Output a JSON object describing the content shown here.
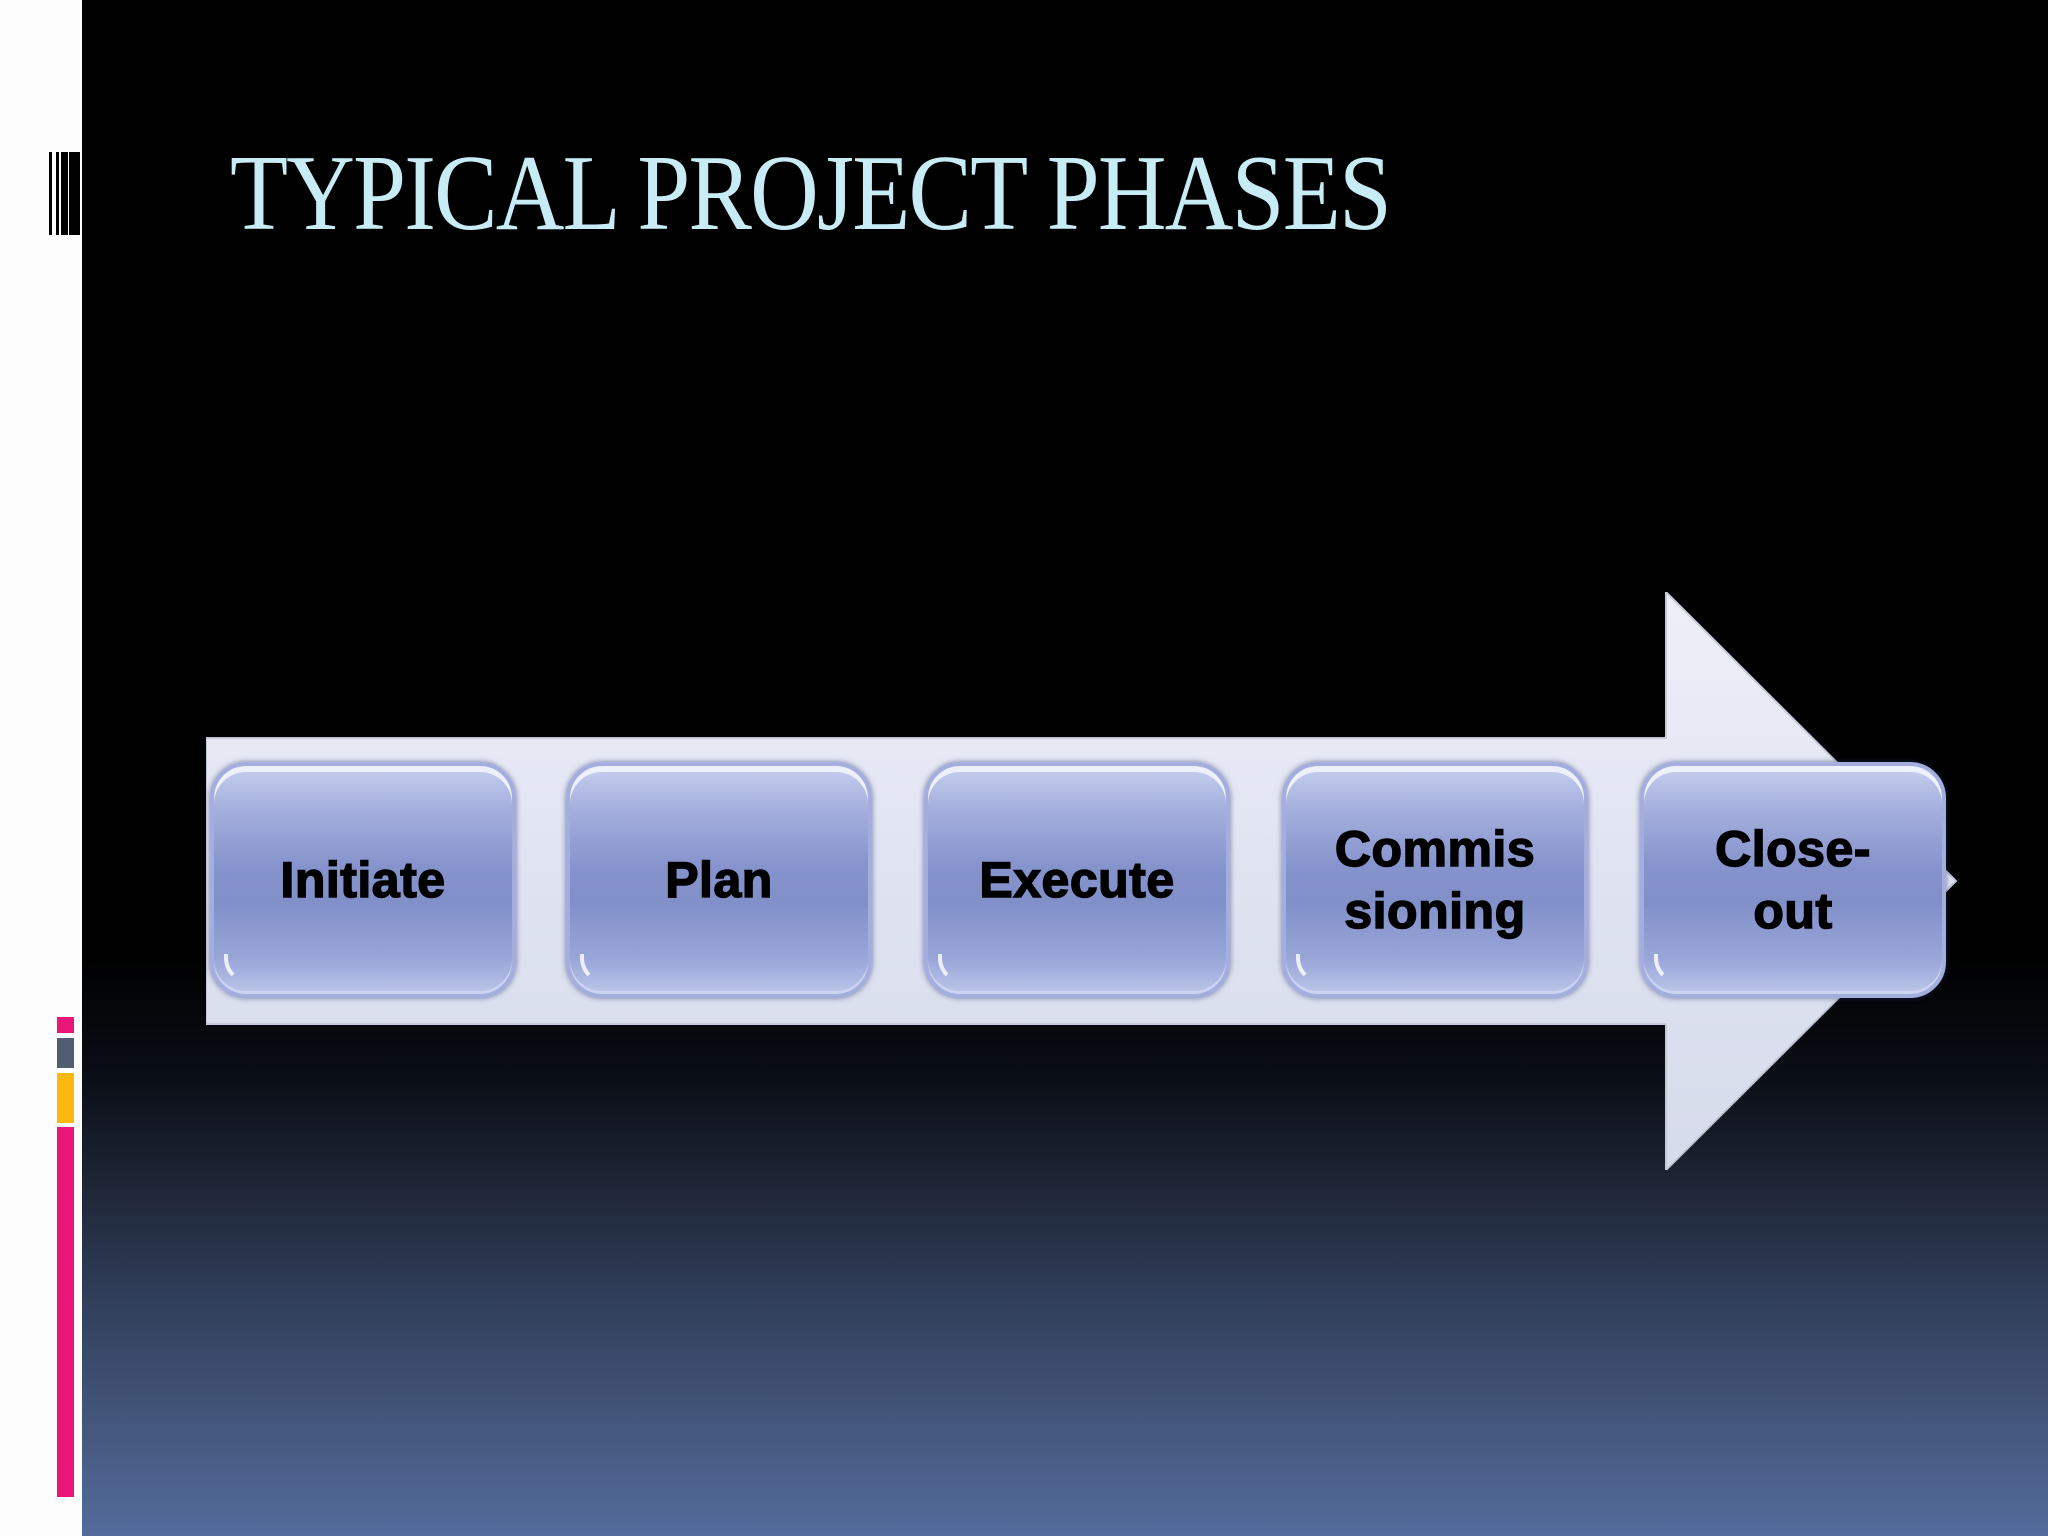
{
  "slide": {
    "title": "TYPICAL PROJECT PHASES",
    "colors": {
      "title": "#c8ecf6",
      "background_top": "#000000",
      "background_bottom": "#546c9c",
      "arrow_fill": "#dfe3f1",
      "box_fill": "#8592cc",
      "accent_pink": "#e9177a",
      "accent_gray": "#515d72",
      "accent_yellow": "#fcb711"
    },
    "phases": [
      {
        "label": "Initiate"
      },
      {
        "label": "Plan"
      },
      {
        "label": "Execute"
      },
      {
        "label": "Commis\nsioning"
      },
      {
        "label": "Close-\nout"
      }
    ]
  }
}
